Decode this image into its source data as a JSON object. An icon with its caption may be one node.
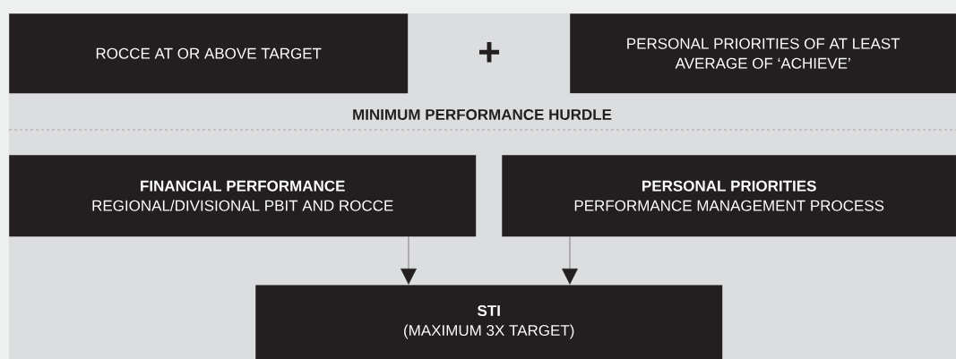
{
  "diagram": {
    "nodes": [
      {
        "text": [
          "ROCCE AT OR ABOVE TARGET"
        ]
      },
      {
        "text": [
          "PERSONAL PRIORITIES OF AT LEAST AVERAGE OF ‘ACHIEVE’"
        ]
      },
      {
        "text": [
          "FINANCIAL PERFORMANCE",
          "REGIONAL/DIVISIONAL PBIT AND ROCCE"
        ]
      },
      {
        "text": [
          "PERSONAL PRIORITIES",
          "PERFORMANCE MANAGEMENT PROCESS"
        ]
      },
      {
        "text": [
          "STI",
          "(MAXIMUM 3X TARGET)"
        ]
      }
    ],
    "edges": [
      {
        "from": 2,
        "to": 4,
        "arrow": "to"
      },
      {
        "from": 3,
        "to": 4,
        "arrow": "to"
      }
    ],
    "labels": [
      "+",
      "MINIMUM PERFORMANCE HURDLE"
    ]
  }
}
